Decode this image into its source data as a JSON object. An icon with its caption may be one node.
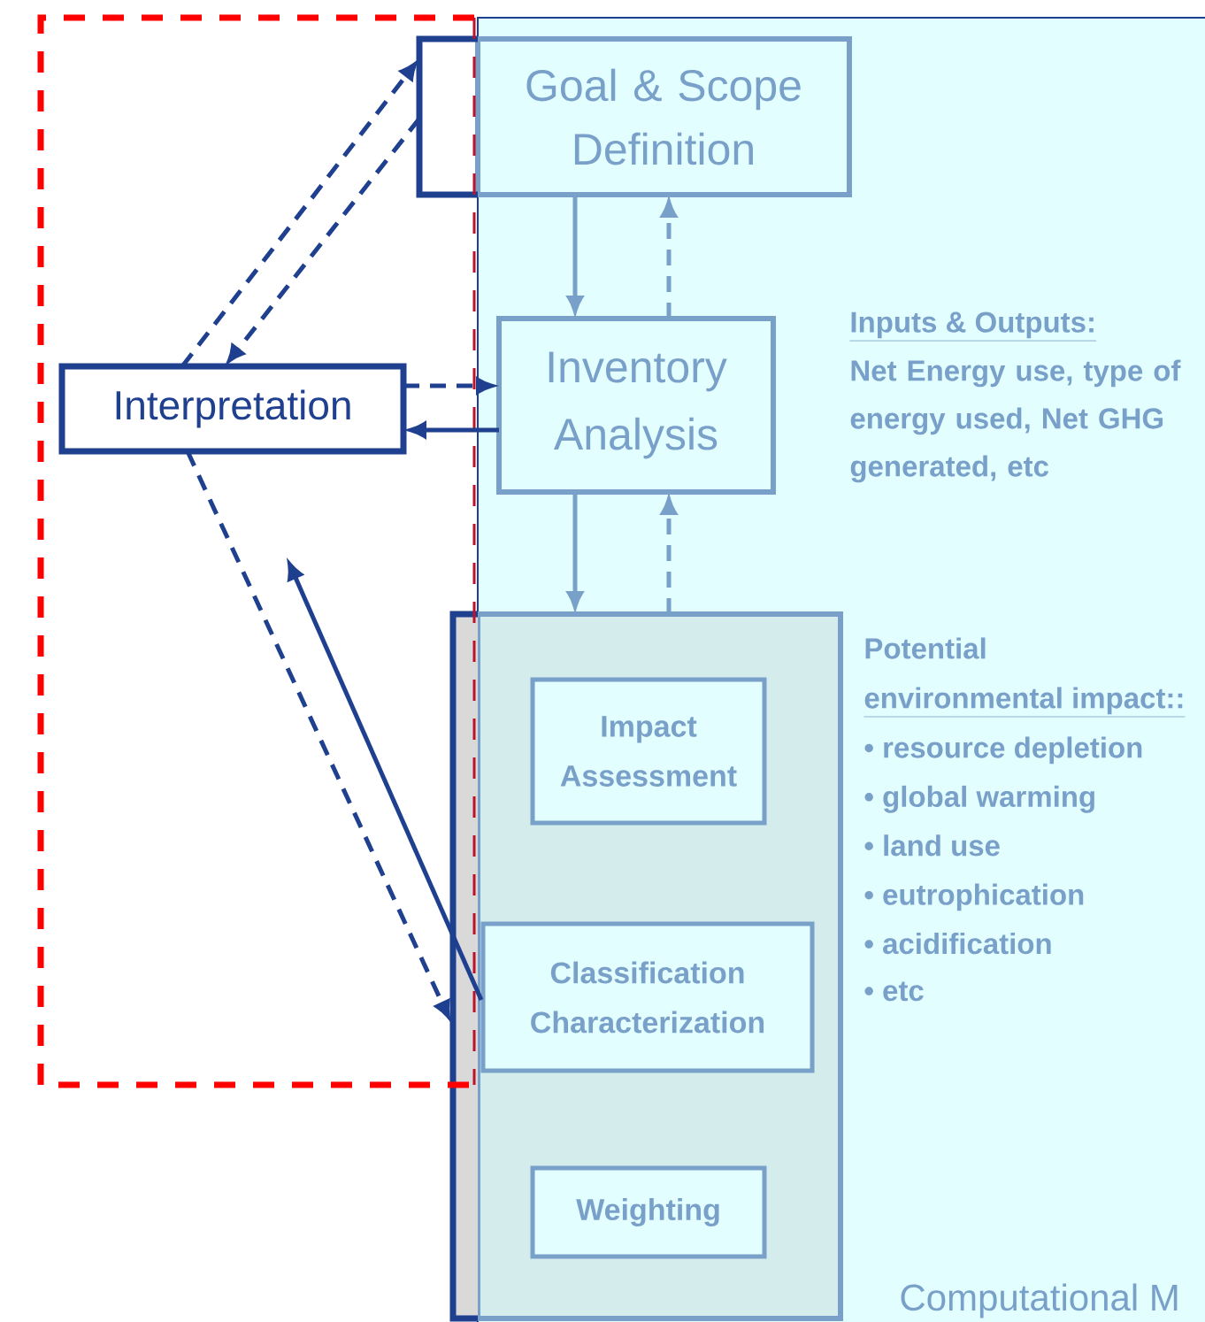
{
  "diagram": {
    "nodes": [
      {
        "text": [
          "Computational M"
        ]
      },
      {
        "text": [
          "Goal & Scope Definition"
        ],
        "in": 0
      },
      {
        "text": [
          "Interpretation"
        ]
      },
      {
        "text": [
          "Inventory Analysis"
        ],
        "in": 0
      },
      {
        "text": [],
        "shape": "box",
        "in": 0
      },
      {
        "text": [
          "Impact Assessment"
        ],
        "in": 4
      },
      {
        "text": [
          "Classification Characterization"
        ],
        "in": 4
      },
      {
        "text": [
          "Weighting"
        ],
        "in": 4
      }
    ],
    "edges": [
      {
        "from": 1,
        "to": 3,
        "arrow": "to",
        "color": "#79a0c9"
      },
      {
        "from": 3,
        "to": 1,
        "arrow": "to",
        "style": "dashed",
        "color": "#79a0c9"
      },
      {
        "from": 3,
        "to": 4,
        "arrow": "to",
        "color": "#79a0c9"
      },
      {
        "from": 4,
        "to": 3,
        "arrow": "to",
        "style": "dashed",
        "color": "#79a0c9"
      },
      {
        "from": 2,
        "to": 1,
        "arrow": "to",
        "style": "dashed"
      },
      {
        "from": 1,
        "to": 2,
        "arrow": "to",
        "style": "dashed"
      },
      {
        "from": 2,
        "to": 3,
        "arrow": "to",
        "style": "dashed"
      },
      {
        "from": 3,
        "to": 2,
        "arrow": "to"
      },
      {
        "from": 2,
        "to": 4,
        "arrow": "to",
        "style": "dashed"
      },
      {
        "from": 6,
        "to": null,
        "arrow": "to"
      }
    ],
    "labels": [
      "Inputs & Outputs:",
      "Net Energy use, type of energy used, Net GHG generated, etc",
      "Potential",
      "environmental impact::",
      "• resource depletion",
      "• global warming",
      "• land use",
      "• eutrophication",
      "• acidification",
      "• etc"
    ]
  }
}
